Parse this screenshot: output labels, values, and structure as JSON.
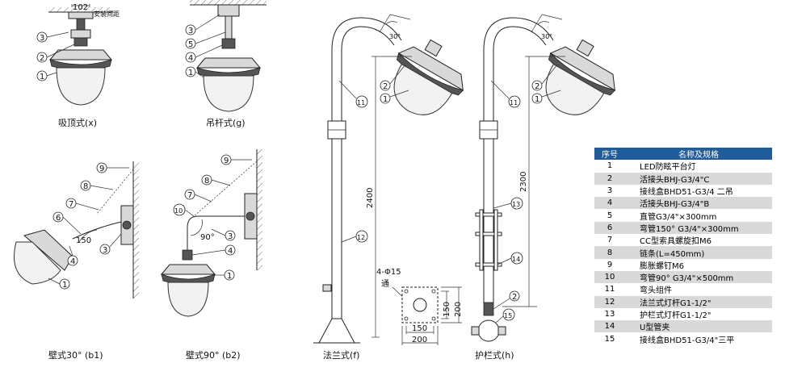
{
  "captions": {
    "x": "吸顶式(x)",
    "g": "吊杆式(g)",
    "b1": "壁式30° (b1)",
    "b2": "壁式90° (b2)",
    "f": "法兰式(f)",
    "h": "护栏式(h)"
  },
  "dimensions": {
    "install_spacing_value": "102",
    "install_spacing_label": "安装间距",
    "angle_150": "150",
    "angle_90": "90°",
    "angle_30": "30°",
    "height_f": "2400",
    "height_h": "2300",
    "holes": "4-Φ15",
    "holes_through": "通",
    "base_150_v": "150",
    "base_200_v": "200",
    "base_150_h": "150",
    "base_200_h": "200"
  },
  "callouts": [
    "1",
    "2",
    "3",
    "4",
    "5",
    "6",
    "7",
    "8",
    "9",
    "10",
    "11",
    "12",
    "13",
    "14",
    "15"
  ],
  "table": {
    "header_no": "序号",
    "header_name": "名称及规格",
    "rows": [
      {
        "no": "1",
        "name": "LED防眩平台灯"
      },
      {
        "no": "2",
        "name": "活接头BHJ-G3/4\"C"
      },
      {
        "no": "3",
        "name": "接线盒BHD51-G3/4 二吊"
      },
      {
        "no": "4",
        "name": "活接头BHJ-G3/4\"B"
      },
      {
        "no": "5",
        "name": "直管G3/4\"×300mm"
      },
      {
        "no": "6",
        "name": "弯管150° G3/4\"×300mm"
      },
      {
        "no": "7",
        "name": "CC型索具螺旋扣M6"
      },
      {
        "no": "8",
        "name": "链条(L=450mm)"
      },
      {
        "no": "9",
        "name": "膨胀螺钉M6"
      },
      {
        "no": "10",
        "name": "弯管90° G3/4\"×500mm"
      },
      {
        "no": "11",
        "name": "弯头组件"
      },
      {
        "no": "12",
        "name": "法兰式灯杆G1-1/2\""
      },
      {
        "no": "13",
        "name": "护栏式灯杆G1-1/2\""
      },
      {
        "no": "14",
        "name": "U型管夹"
      },
      {
        "no": "15",
        "name": "接线盒BHD51-G3/4\"三平"
      }
    ]
  }
}
